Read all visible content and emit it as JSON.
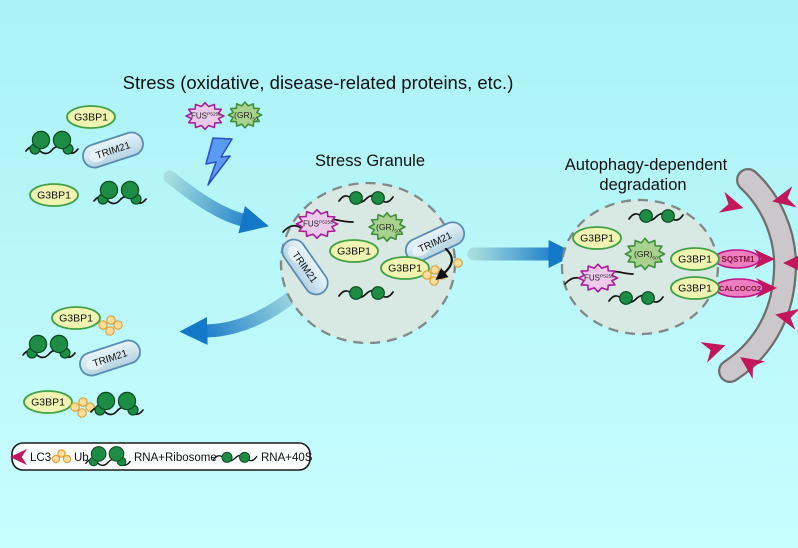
{
  "title": "Stress (oxidative, disease-related proteins, etc.)",
  "section_labels": {
    "stress_granule": "Stress Granule",
    "autophagy_line1": "Autophagy-dependent",
    "autophagy_line2": "degradation"
  },
  "molecules": {
    "g3bp1": "G3BP1",
    "trim21": "TRIM21",
    "fus_base": "FUS",
    "fus_mutation": "P525L",
    "gr_base": "(GR)",
    "gr_repeat": "50",
    "sqstm1": "SQSTM1",
    "calcoco2": "CALCOCO2"
  },
  "legend": {
    "lc3_label": "LC3",
    "ub_label": "Ub",
    "rna_ribosome_label": "RNA+Ribosome",
    "rna_40s_label": "RNA+40S"
  },
  "colors": {
    "bg-top": "#aaf2f5",
    "bg-bottom": "#c8fdff",
    "text-color": "#111111",
    "g3bp1-fill": "#eff4b0",
    "g3bp1-stroke": "#43a046",
    "trim21-fill-top": "#e9f5fb",
    "trim21-fill-bottom": "#b5d3e3",
    "trim21-stroke": "#5a8cb2",
    "fus-fill": "#eccaea",
    "fus-stroke": "#aa1d9c",
    "gr-fill": "#a9d28f",
    "gr-stroke": "#3f8f3c",
    "granule-fill": "#d8e8e2",
    "granule-stroke": "#7e8a89",
    "ribosome-green": "#1d8c44",
    "ribosome-stroke": "#0a4a22",
    "rna-color": "#151515",
    "ub-fill": "#fbdf9d",
    "ub-stroke": "#e0a33c",
    "lc3-color": "#c2185b",
    "cargo-fill": "#ee7ec2",
    "cargo-stroke": "#ba1686",
    "cargo-text": "#7c1533",
    "membrane-fill": "#cbc7cb",
    "membrane-stroke": "#6e6e6e",
    "arrow-light": "#a5dde0",
    "arrow-dark": "#1478c8",
    "lightning-fill": "#5b9af0",
    "lightning-stroke": "#2a50c0",
    "legend-border": "#1a1a1a"
  }
}
